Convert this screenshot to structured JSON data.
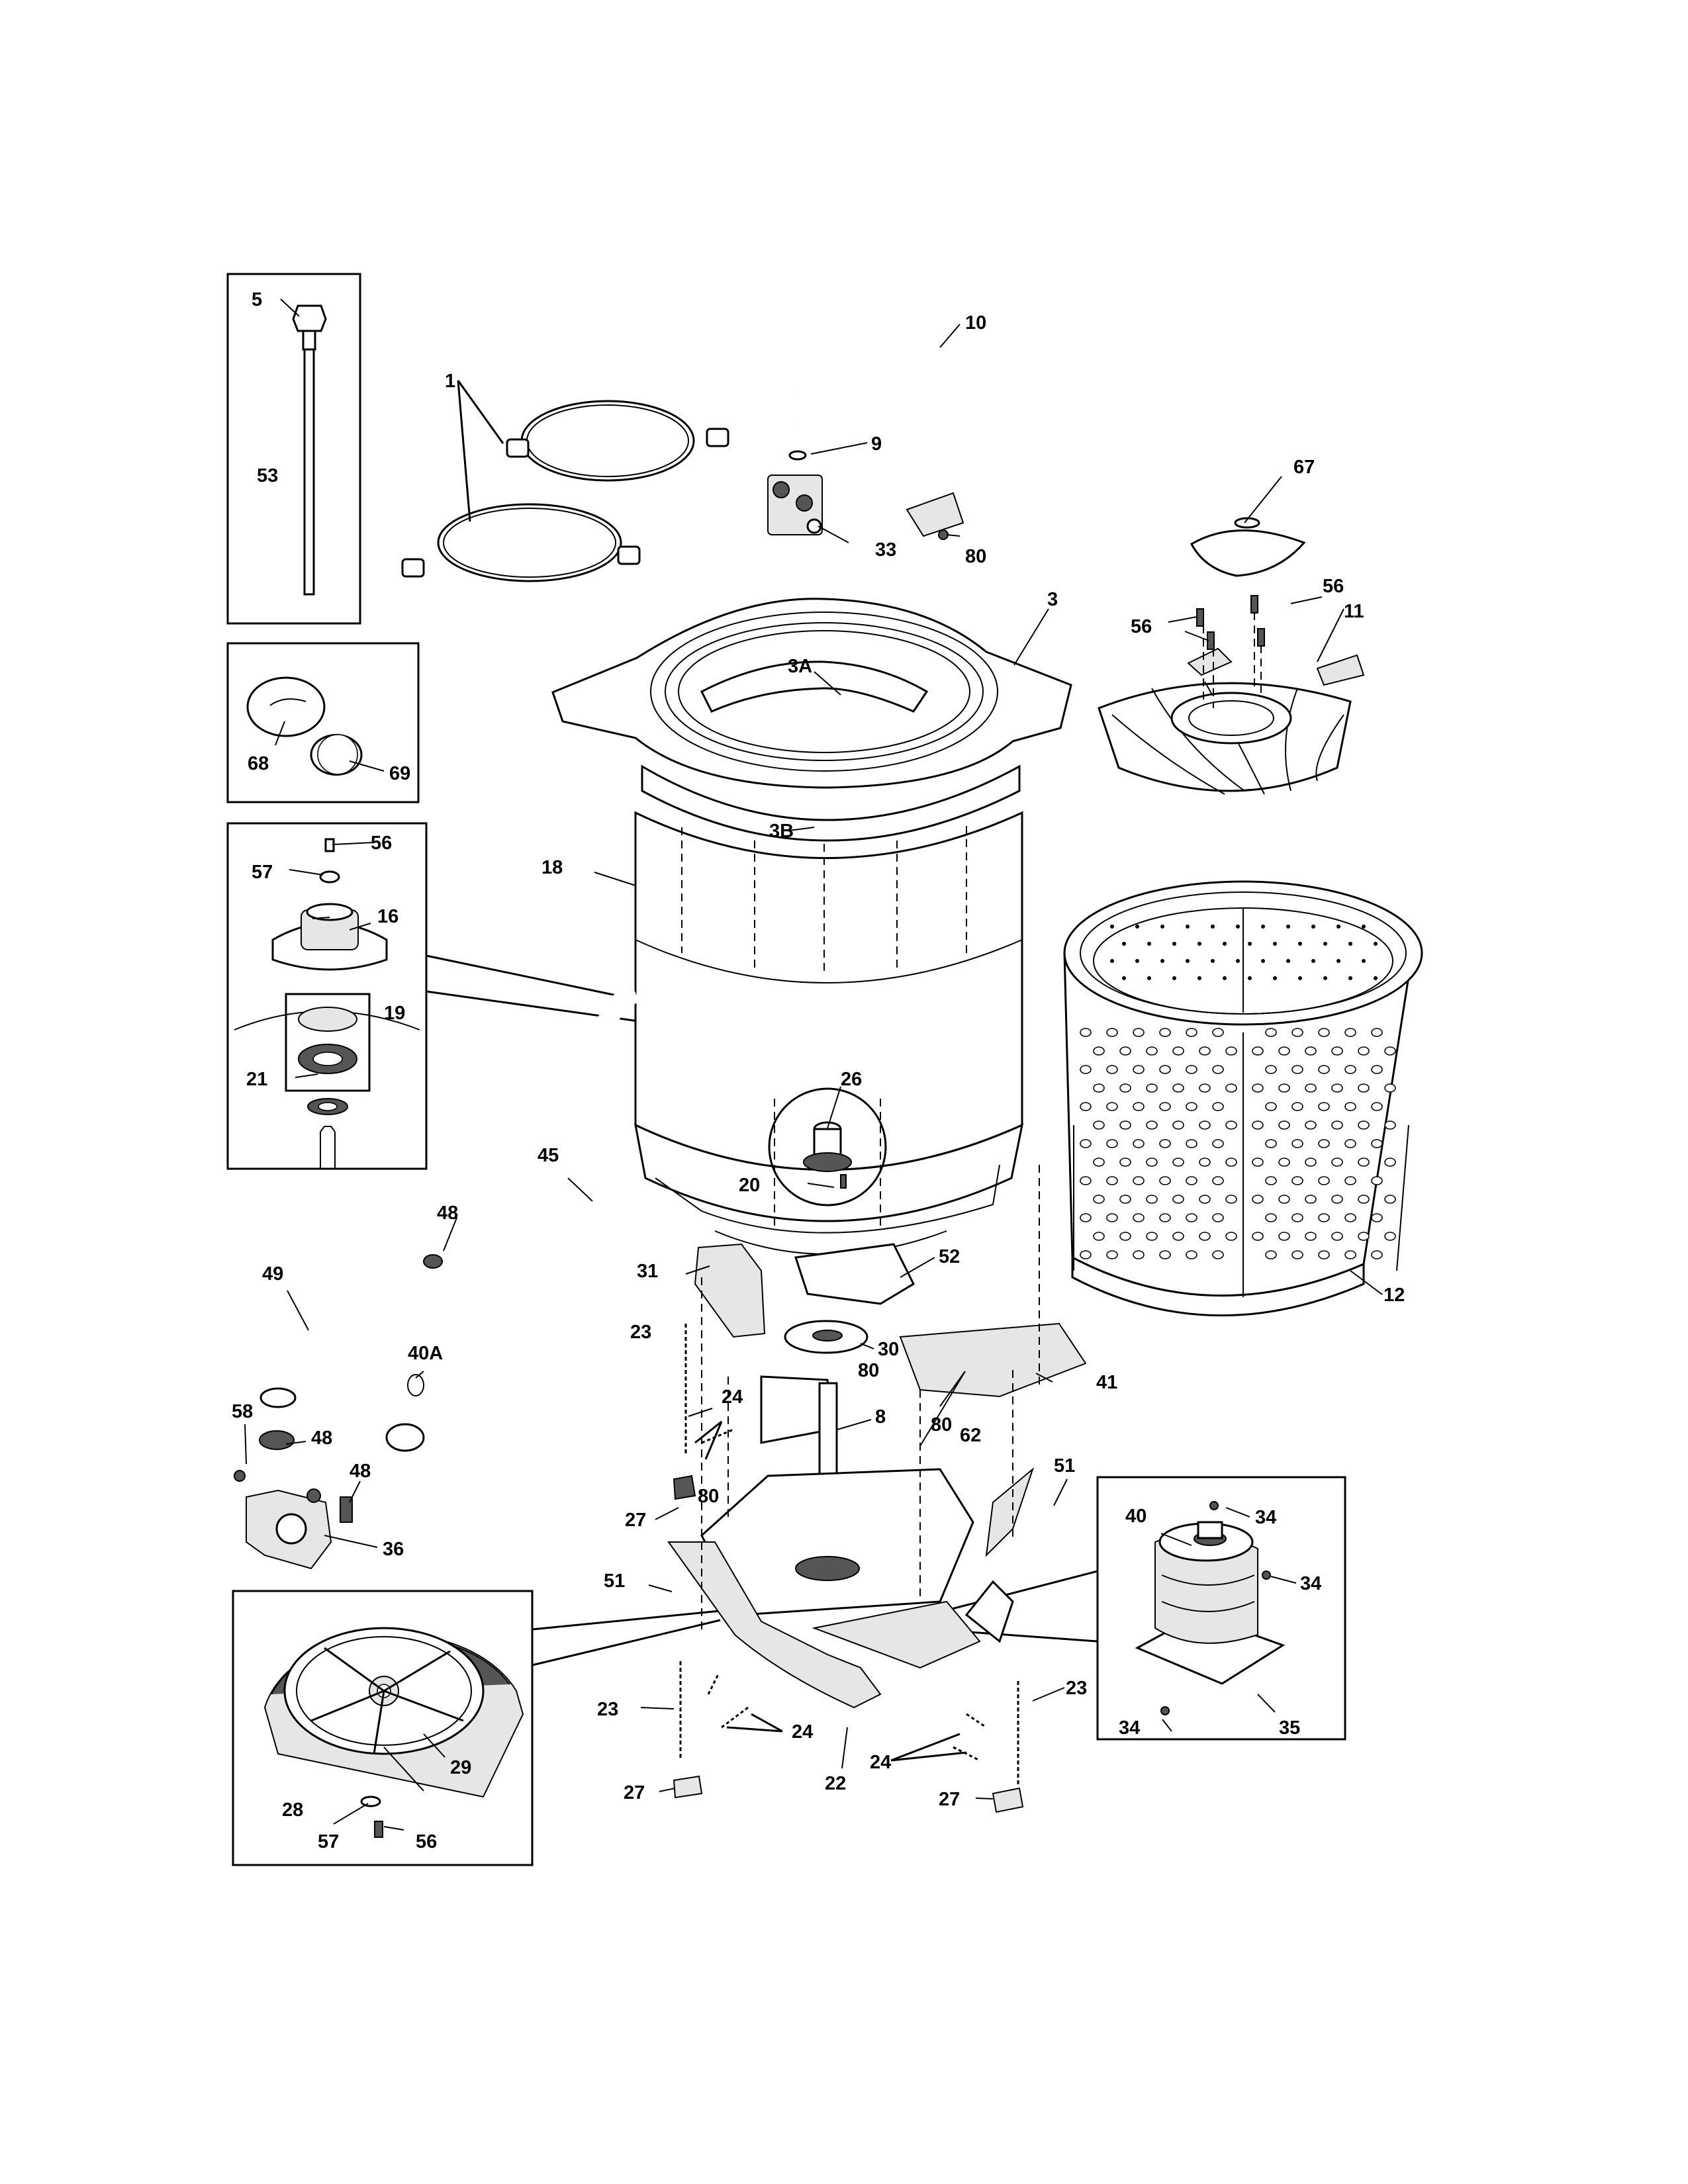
{
  "diagram": {
    "callouts": [
      "1",
      "3",
      "3A",
      "3B",
      "5",
      "8",
      "9",
      "10",
      "11",
      "12",
      "16",
      "18",
      "19",
      "20",
      "21",
      "22",
      "23",
      "24",
      "26",
      "27",
      "28",
      "29",
      "30",
      "31",
      "33",
      "34",
      "35",
      "36",
      "40",
      "40A",
      "41",
      "45",
      "48",
      "49",
      "51",
      "52",
      "53",
      "56",
      "57",
      "58",
      "62",
      "67",
      "68",
      "69",
      "80"
    ]
  },
  "labels": {
    "l1": "1",
    "l3": "3",
    "l3a": "3A",
    "l3b": "3B",
    "l5": "5",
    "l8": "8",
    "l9": "9",
    "l10": "10",
    "l11": "11",
    "l12": "12",
    "l16": "16",
    "l18": "18",
    "l19": "19",
    "l20": "20",
    "l21": "21",
    "l22": "22",
    "l23": "23",
    "l24": "24",
    "l26": "26",
    "l27": "27",
    "l28": "28",
    "l29": "29",
    "l30": "30",
    "l31": "31",
    "l33": "33",
    "l34": "34",
    "l35": "35",
    "l36": "36",
    "l40": "40",
    "l40a": "40A",
    "l41": "41",
    "l45": "45",
    "l48": "48",
    "l49": "49",
    "l51": "51",
    "l52": "52",
    "l53": "53",
    "l56": "56",
    "l57": "57",
    "l58": "58",
    "l62": "62",
    "l67": "67",
    "l68": "68",
    "l69": "69",
    "l80": "80"
  }
}
